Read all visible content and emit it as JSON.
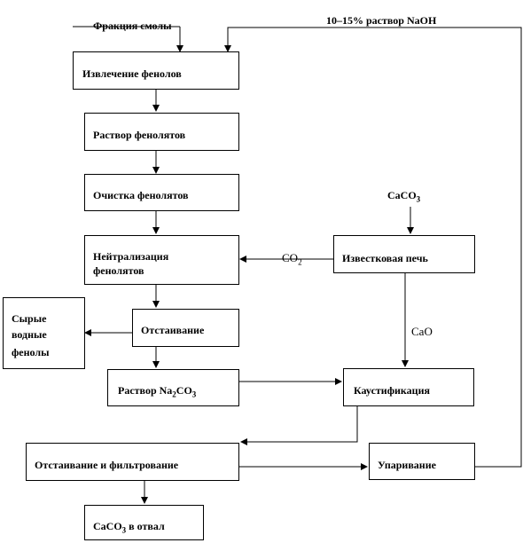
{
  "boxes": {
    "extraction": "Извлечение фенолов",
    "phenolate_solution": "Раствор фенолятов",
    "phenolate_purification": "Очистка фенолятов",
    "neutralization_line1": "Нейтрализация",
    "neutralization_line2": "фенолятов",
    "settling": "Отстаивание",
    "crude_phenols_line1": "Сырые",
    "crude_phenols_line2": "водные",
    "crude_phenols_line3": "фенолы",
    "na2co3_solution_prefix": "Раствор Na",
    "na2co3_solution_sub1": "2",
    "na2co3_solution_mid": "CO",
    "na2co3_solution_sub2": "3",
    "lime_kiln": "Известковая печь",
    "causticization": "Каустификация",
    "settling_filtering": "Отстаивание и фильтрование",
    "evaporation": "Упаривание",
    "caco3_waste_prefix": "CaCO",
    "caco3_waste_sub": "3",
    "caco3_waste_suffix": " в отвал"
  },
  "labels": {
    "resin_fraction": "Фракция смолы",
    "naoh_solution": "10–15% раствор NaOH",
    "caco3_prefix": "CaCO",
    "caco3_sub": "3",
    "co2_prefix": "CO",
    "co2_sub": "2",
    "cao": "CaO"
  }
}
